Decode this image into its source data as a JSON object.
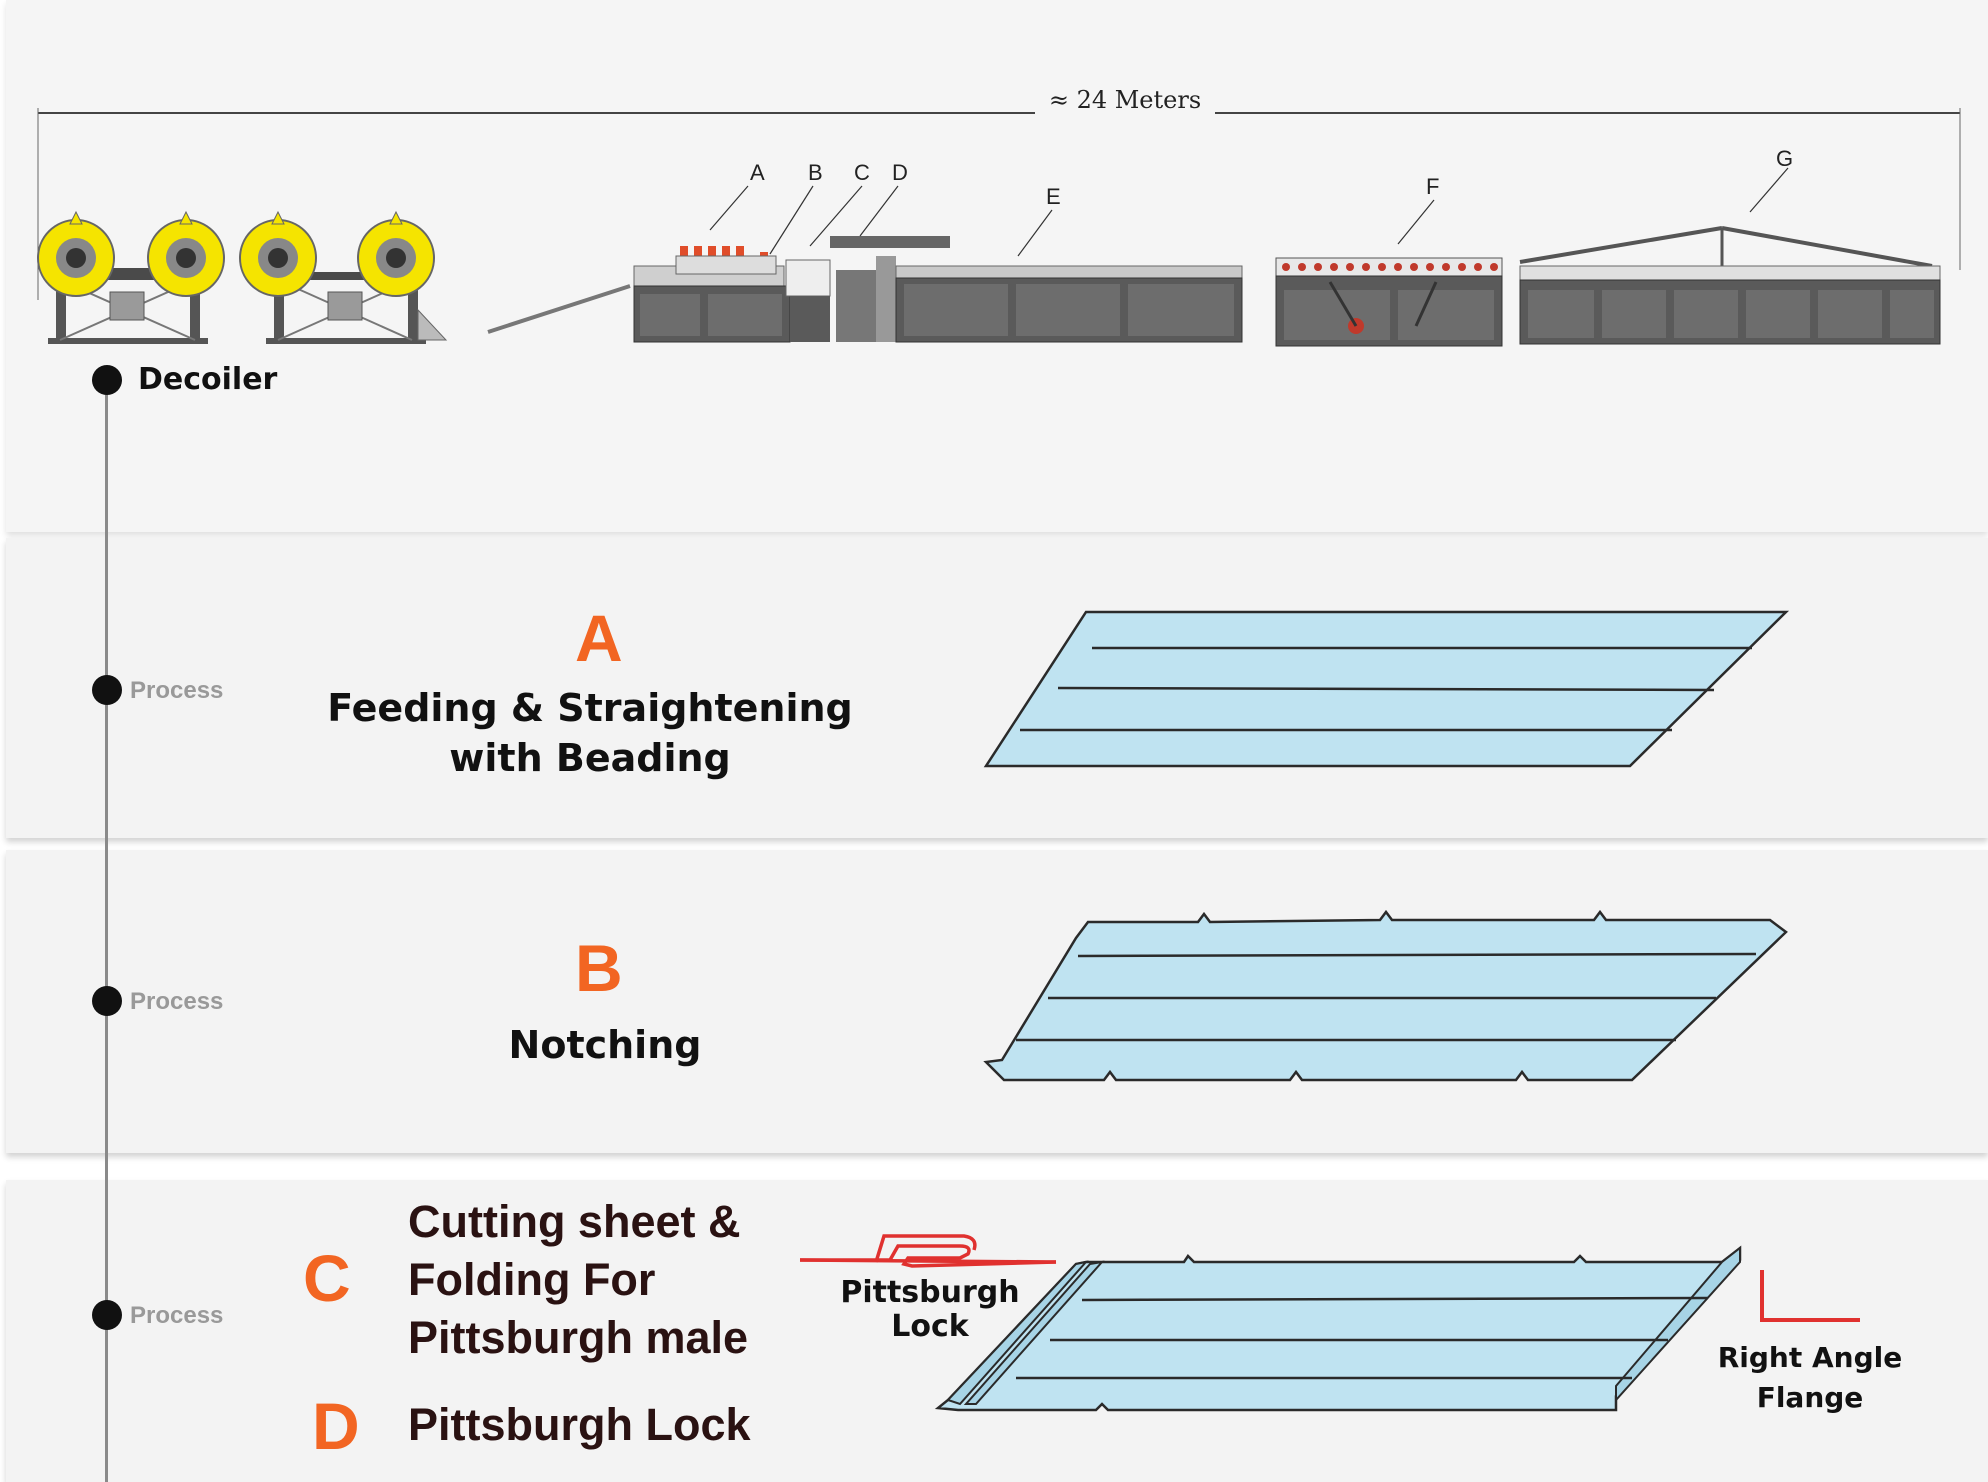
{
  "diagram": {
    "length_label": "≈ 24 Meters",
    "machine_labels": [
      "A",
      "B",
      "C",
      "D",
      "E",
      "F",
      "G"
    ]
  },
  "timeline": {
    "start_label": "Decoiler",
    "step_label": "Process"
  },
  "steps": [
    {
      "letter": "A",
      "title_line1": "Feeding & Straightening",
      "title_line2": "with Beading"
    },
    {
      "letter": "B",
      "title_line1": "Notching"
    },
    {
      "letter_c": "C",
      "c_line1": "Cutting sheet &",
      "c_line2": "Folding For",
      "c_line3": "Pittsburgh male",
      "letter_d": "D",
      "d_line1": "Pittsburgh Lock",
      "lock_label_line1": "Pittsburgh",
      "lock_label_line2": "Lock",
      "flange_label_line1": "Right Angle",
      "flange_label_line2": "Flange"
    }
  ],
  "colors": {
    "accent": "#f26522",
    "sheet_fill": "#bfe3f1",
    "sheet_stroke": "#2a2a2a",
    "machine_yellow": "#f5e400",
    "machine_gray": "#5a5a5a",
    "profile_red": "#e0312f"
  }
}
